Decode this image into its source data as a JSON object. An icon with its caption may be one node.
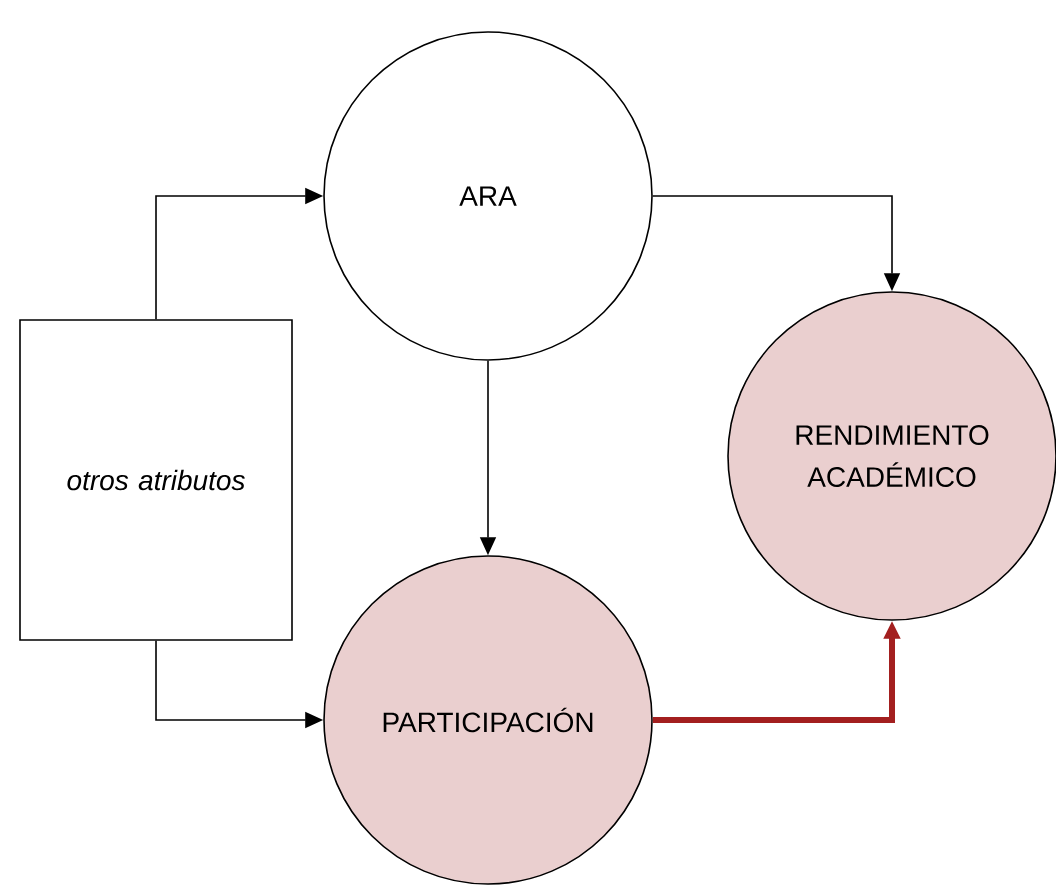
{
  "diagram": {
    "nodes": [
      {
        "text": [
          "otros atributos"
        ]
      },
      {
        "text": [
          "ARA"
        ]
      },
      {
        "text": [
          "PARTICIPACIÓN"
        ]
      },
      {
        "text": [
          "RENDIMIENTO ACADÉMICO"
        ]
      }
    ],
    "edges": [
      {
        "from": 0,
        "to": 1,
        "arrow": "to"
      },
      {
        "from": 0,
        "to": 2,
        "arrow": "to"
      },
      {
        "from": 1,
        "to": 2,
        "arrow": "to"
      },
      {
        "from": 1,
        "to": 3,
        "arrow": "to"
      },
      {
        "from": 2,
        "to": 3,
        "arrow": "to",
        "style": "thick",
        "color": "#a31f1f"
      }
    ]
  }
}
